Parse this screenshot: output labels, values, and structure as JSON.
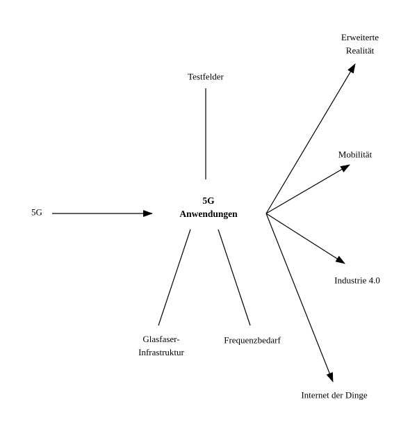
{
  "diagram": {
    "center": {
      "lines": [
        "5G",
        "Anwendungen"
      ]
    },
    "input": {
      "label": "5G"
    },
    "top": {
      "label": "Testfelder"
    },
    "bottom_left": {
      "lines": [
        "Glasfaser-",
        "Infrastruktur"
      ]
    },
    "bottom_right": {
      "label": "Frequenzbedarf"
    },
    "outputs": [
      {
        "lines": [
          "Erweiterte",
          "Realität"
        ]
      },
      {
        "lines": [
          "Mobilität"
        ]
      },
      {
        "lines": [
          "Industrie 4.0"
        ]
      },
      {
        "lines": [
          "Internet der Dinge"
        ]
      }
    ],
    "colors": {
      "line": "#000000",
      "text": "#000000",
      "background": "#ffffff"
    }
  }
}
